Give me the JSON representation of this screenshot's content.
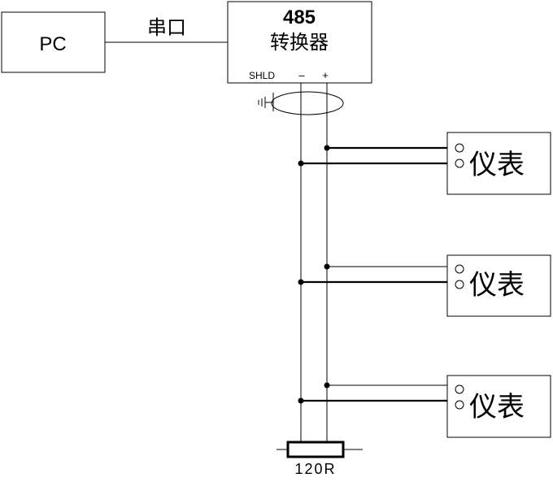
{
  "pc": {
    "label": "PC"
  },
  "link": {
    "label": "串口"
  },
  "converter": {
    "title": "485",
    "subtitle": "转换器",
    "terminal_shield": "SHLD",
    "terminal_minus": "–",
    "terminal_plus": "+"
  },
  "instruments": [
    {
      "label": "仪表"
    },
    {
      "label": "仪表"
    },
    {
      "label": "仪表"
    }
  ],
  "terminator": {
    "label": "120R"
  }
}
